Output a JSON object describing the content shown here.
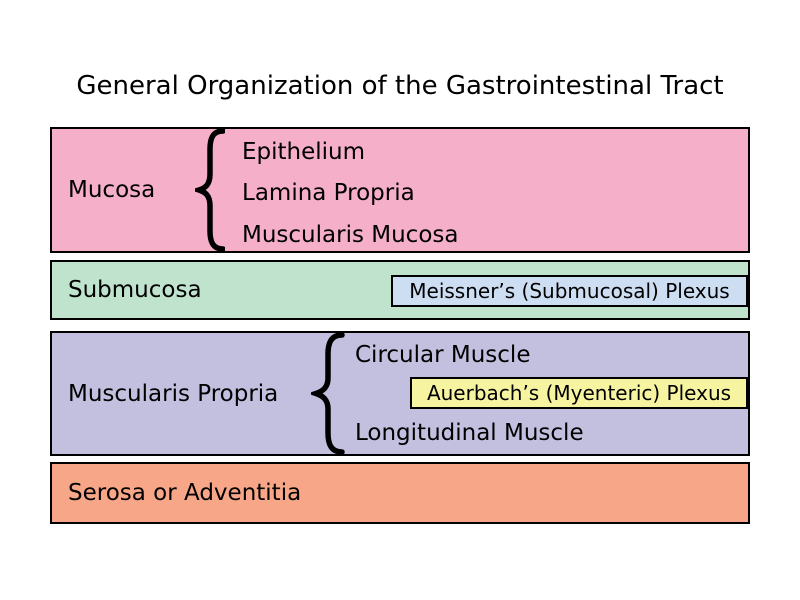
{
  "title": "General Organization of the Gastrointestinal Tract",
  "colors": {
    "background": "#ffffff",
    "border": "#000000",
    "text": "#000000"
  },
  "layers": [
    {
      "label": "Mucosa",
      "color": "#f6afc9",
      "components": [
        "Epithelium",
        "Lamina Propria",
        "Muscularis Mucosa"
      ]
    },
    {
      "label": "Submucosa",
      "color": "#c0e3ce",
      "plexus": {
        "label": "Meissner’s (Submucosal) Plexus",
        "color": "#cdddf2"
      }
    },
    {
      "label": "Muscularis Propria",
      "color": "#c3bfdf",
      "components": [
        "Circular Muscle",
        "Longitudinal Muscle"
      ],
      "plexus": {
        "label": "Auerbach’s (Myenteric) Plexus",
        "color": "#f7f4a1"
      }
    },
    {
      "label": "Serosa or Adventitia",
      "color": "#f8a688"
    }
  ],
  "icons": {
    "brace": "curly-brace"
  }
}
